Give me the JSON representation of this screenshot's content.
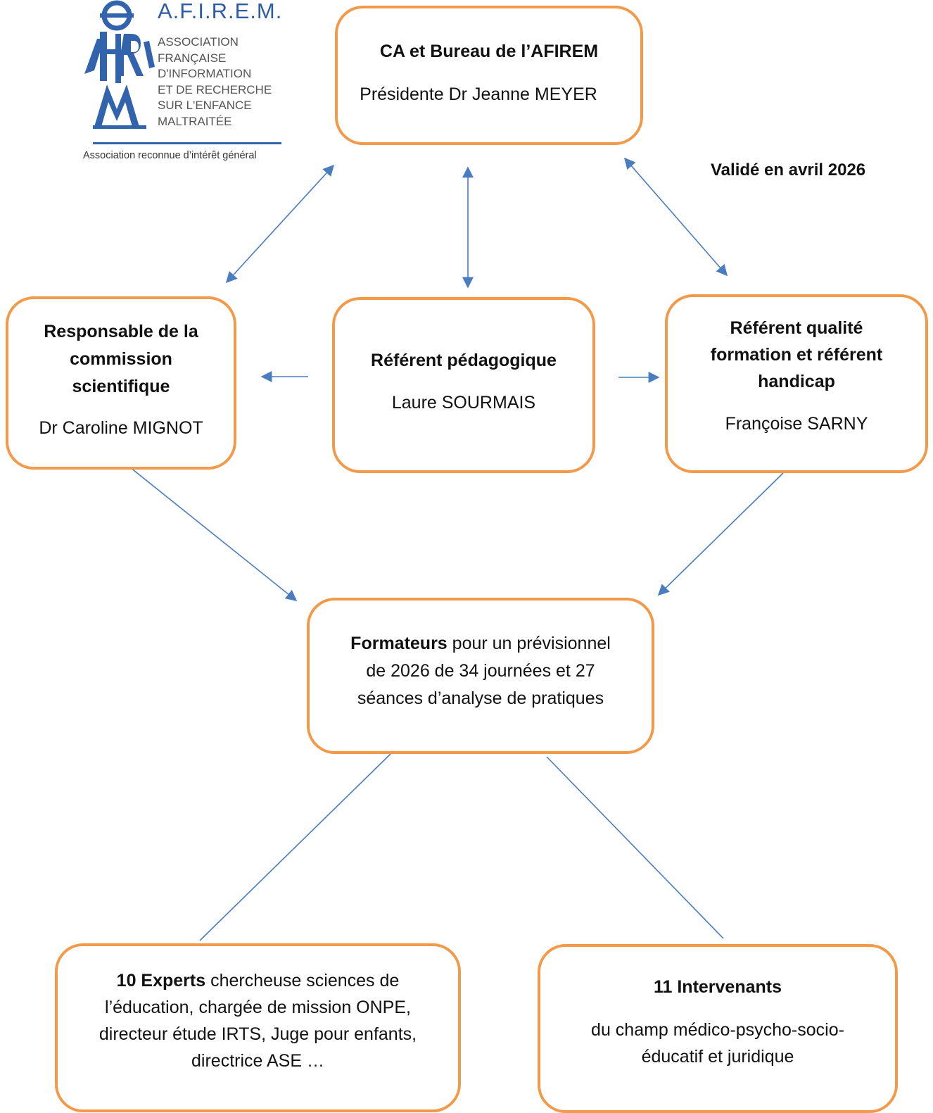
{
  "logo": {
    "title": "A.F.I.R.E.M.",
    "subtitle_lines": [
      "ASSOCIATION",
      "FRANÇAISE",
      "D'INFORMATION",
      "ET DE RECHERCHE",
      "SUR L'ENFANCE",
      "MALTRAITÉE"
    ],
    "tagline": "Association reconnue d’intérêt général",
    "color": "#2d5ca6"
  },
  "validated": "Validé en avril 2026",
  "boxes": {
    "ca": {
      "title": "CA et Bureau de l’AFIREM",
      "text": "Présidente Dr Jeanne MEYER"
    },
    "scientific": {
      "title_lines": [
        "Responsable de la",
        "commission",
        "scientifique"
      ],
      "text": "Dr Caroline MIGNOT"
    },
    "pedagogic": {
      "title": "Référent pédagogique",
      "text": "Laure SOURMAIS"
    },
    "quality": {
      "title_lines": [
        "Référent qualité",
        "formation et référent",
        "handicap"
      ],
      "text": "Françoise SARNY"
    },
    "trainers": {
      "bold": "Formateurs",
      "line1_rest": " pour un prévisionnel",
      "line2": "de 2026 de 34 journées et 27",
      "line3": "séances d’analyse de pratiques"
    },
    "experts": {
      "bold": "10 Experts",
      "line1_rest": " chercheuse sciences de",
      "line2": "l’éducation, chargée de mission ONPE,",
      "line3": "directeur étude IRTS, Juge pour enfants,",
      "line4": "directrice ASE …"
    },
    "intervenants": {
      "title": "11 Intervenants",
      "line1": "du champ médico-psycho-socio-",
      "line2": "éducatif et juridique"
    }
  },
  "colors": {
    "box_border": "#f39a4a",
    "arrow": "#4a7cc0"
  }
}
